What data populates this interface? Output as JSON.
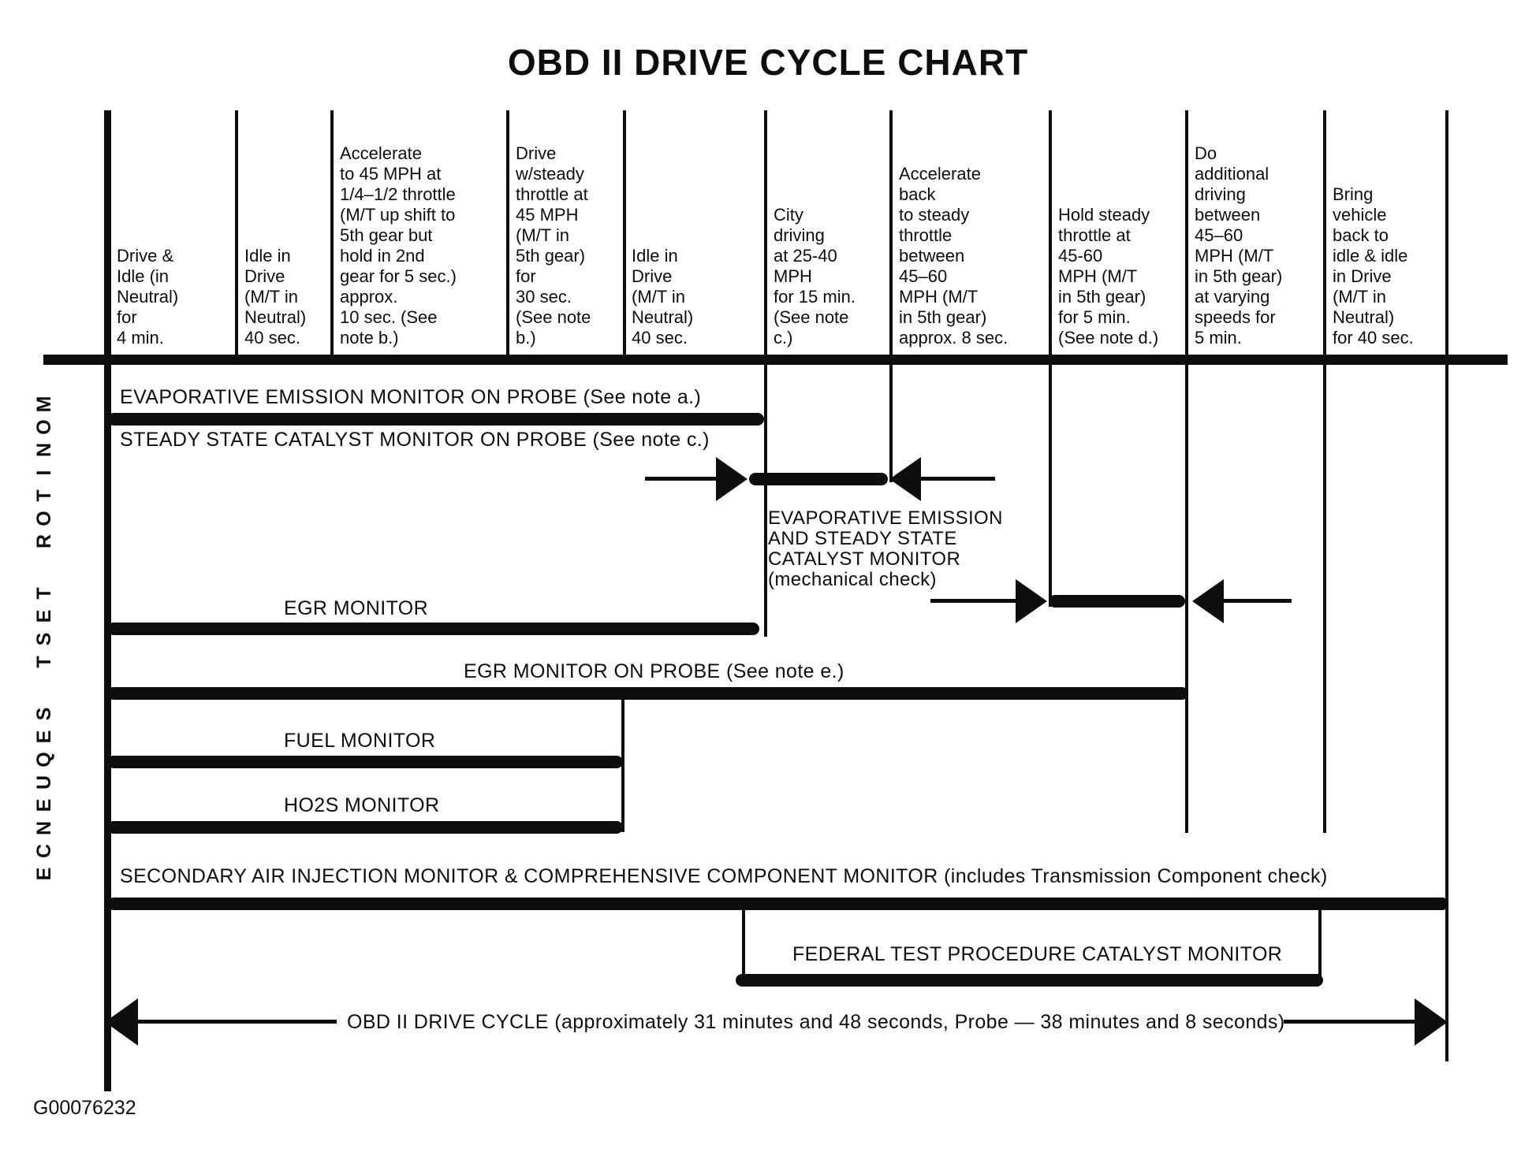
{
  "title": "OBD II DRIVE CYCLE CHART",
  "left_axis": {
    "text": "MONITOR TEST SEQUENCE",
    "words": [
      "MONITOR",
      "TEST",
      "SEQUENCE"
    ]
  },
  "header": {
    "columns": [
      {
        "text": "Drive &\nIdle (in\nNeutral)\nfor\n4 min."
      },
      {
        "text": "Idle in\nDrive\n(M/T in\nNeutral)\n40 sec."
      },
      {
        "text": "Accelerate\nto 45 MPH at\n1/4–1/2 throttle\n(M/T up shift to\n5th gear but\nhold in 2nd\ngear for 5 sec.)\napprox.\n10 sec. (See\nnote b.)"
      },
      {
        "text": "Drive\nw/steady\nthrottle at\n45 MPH\n(M/T in\n5th gear)\nfor\n30 sec.\n(See note\nb.)"
      },
      {
        "text": "Idle in\nDrive\n(M/T in\nNeutral)\n40 sec."
      },
      {
        "text": "City\ndriving\nat 25-40\nMPH\nfor 15 min.\n(See note\nc.)"
      },
      {
        "text": "Accelerate\nback\nto steady\nthrottle\nbetween\n45–60\nMPH (M/T\nin 5th gear)\napprox. 8 sec."
      },
      {
        "text": "Hold steady\nthrottle at\n45-60\nMPH (M/T\nin 5th gear)\nfor 5 min.\n(See note d.)"
      },
      {
        "text": "Do\nadditional\ndriving\nbetween\n45–60\nMPH (M/T\nin 5th gear)\nat varying\nspeeds for\n5 min."
      },
      {
        "text": "Bring\nvehicle\nback to\nidle & idle\nin Drive\n(M/T in\nNeutral)\nfor 40 sec."
      }
    ]
  },
  "monitors": {
    "evap_probe": "EVAPORATIVE EMISSION MONITOR ON PROBE (See note a.)",
    "steady_state_probe": "STEADY STATE CATALYST MONITOR ON PROBE (See note c.)",
    "mech_check": "EVAPORATIVE EMISSION\nAND STEADY STATE\nCATALYST MONITOR\n(mechanical check)",
    "egr": "EGR MONITOR",
    "egr_probe": "EGR MONITOR ON PROBE (See note e.)",
    "fuel": "FUEL MONITOR",
    "ho2s": "HO2S MONITOR",
    "sai": "SECONDARY AIR INJECTION MONITOR & COMPREHENSIVE COMPONENT MONITOR (includes Transmission Component check)",
    "ftp": "FEDERAL TEST PROCEDURE CATALYST MONITOR",
    "obd_cycle": "OBD II DRIVE CYCLE (approximately 31 minutes and 48 seconds, Probe — 38 minutes and 8 seconds)"
  },
  "bars": [
    {
      "name": "evaporative-emission-monitor-on-probe",
      "from_step": 1,
      "to_step": 5
    },
    {
      "name": "evap-and-steady-state-catalyst-mechanical-check-city",
      "from_step": 6,
      "to_step": 6
    },
    {
      "name": "egr-monitor",
      "from_step": 1,
      "to_step": 5
    },
    {
      "name": "evap-and-steady-state-catalyst-mechanical-check-hold",
      "from_step": 8,
      "to_step": 8
    },
    {
      "name": "egr-monitor-on-probe",
      "from_step": 1,
      "to_step": 8
    },
    {
      "name": "fuel-monitor",
      "from_step": 1,
      "to_step": 4
    },
    {
      "name": "ho2s-monitor",
      "from_step": 1,
      "to_step": 4
    },
    {
      "name": "secondary-air-injection-and-comprehensive-component-monitor",
      "from_step": 1,
      "to_step": 10
    },
    {
      "name": "federal-test-procedure-catalyst-monitor",
      "from_step": 6,
      "to_step": 9
    }
  ],
  "footer_code": "G00076232",
  "colors": {
    "ink": "#0e0e0e",
    "paper": "#ffffff"
  }
}
